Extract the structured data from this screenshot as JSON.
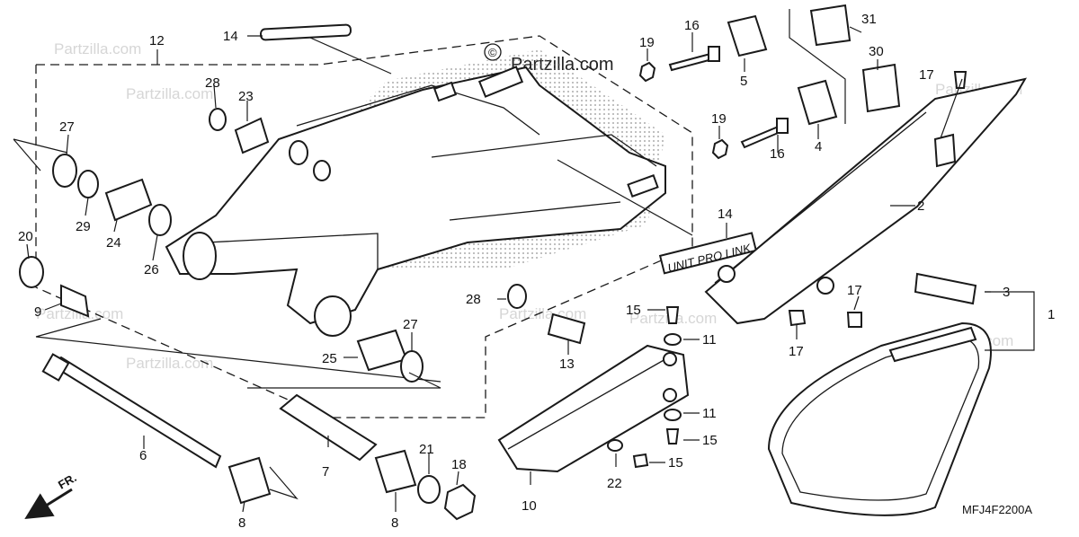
{
  "brand": {
    "copyright_symbol": "©",
    "watermark": "Partzilla.com",
    "tape_label": "UNIT PRO LINK",
    "diagram_code": "MFJ4F2200A",
    "front_arrow_label": "FR."
  },
  "callouts": {
    "c1": "1",
    "c2": "2",
    "c3": "3",
    "c4": "4",
    "c5": "5",
    "c6": "6",
    "c7": "7",
    "c8a": "8",
    "c8b": "8",
    "c9": "9",
    "c10": "10",
    "c11a": "11",
    "c11b": "11",
    "c12": "12",
    "c13": "13",
    "c14a": "14",
    "c14b": "14",
    "c15a": "15",
    "c15b": "15",
    "c15c": "15",
    "c16a": "16",
    "c16b": "16",
    "c17a": "17",
    "c17b": "17",
    "c17c": "17",
    "c18": "18",
    "c19a": "19",
    "c19b": "19",
    "c20": "20",
    "c21": "21",
    "c22": "22",
    "c23": "23",
    "c24": "24",
    "c25": "25",
    "c26": "26",
    "c27a": "27",
    "c27b": "27",
    "c28a": "28",
    "c28b": "28",
    "c29": "29",
    "c30": "30",
    "c31": "31"
  },
  "colors": {
    "ink": "#1a1a1a",
    "watermark": "#d6d6d6",
    "background": "#ffffff"
  }
}
